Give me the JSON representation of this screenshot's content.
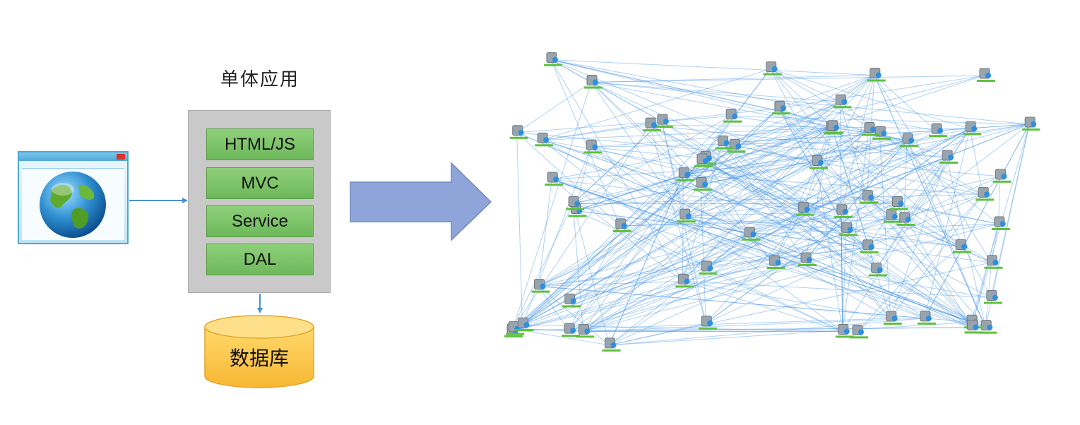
{
  "diagram": {
    "title": "单体应用",
    "layers": [
      {
        "label": "HTML/JS"
      },
      {
        "label": "MVC"
      },
      {
        "label": "Service"
      },
      {
        "label": "DAL"
      }
    ],
    "database_label": "数据库",
    "icons": {
      "client": "browser-globe-icon",
      "transition": "right-arrow-icon",
      "result": "microservice-topology-graph"
    },
    "colors": {
      "layer_fill": "#7cc46a",
      "container": "#c9c9c9",
      "database": "#fbc94a",
      "arrow": "#8fa4d8",
      "edge": "#4d98e6",
      "node_bar": "#5cc23b"
    }
  }
}
